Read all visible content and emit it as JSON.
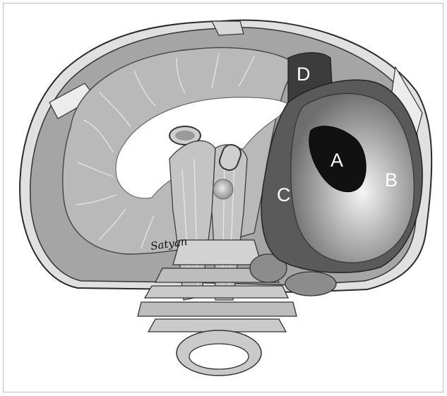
{
  "figure": {
    "labels": {
      "a": "A",
      "b": "B",
      "c": "C",
      "d": "D"
    },
    "signature": "Satyan"
  }
}
